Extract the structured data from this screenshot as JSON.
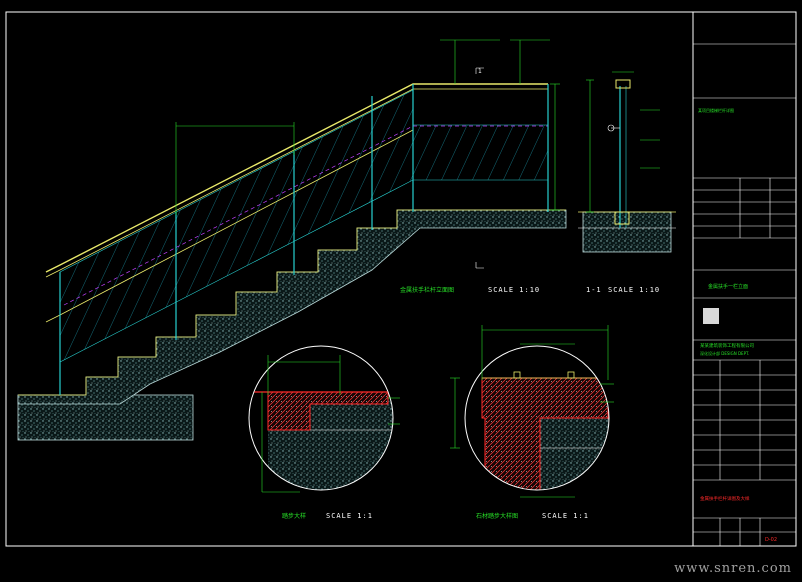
{
  "colors": {
    "background": "#000000",
    "handrail": "#e9e96a",
    "post": "#27d0d0",
    "glass_hatch": "#1fb0c8",
    "concrete": "#6fa6a6",
    "dim": "#27e027",
    "section_outline": "#ff2a2a",
    "frame": "#ffffff",
    "centerline": "#c040ff",
    "watermark": "#bdbdbd"
  },
  "views": {
    "elevation": {
      "title": "金属扶手栏杆立面图",
      "scale": "SCALE   1:10",
      "section_mark": "1"
    },
    "section_1_1": {
      "title": "1-1",
      "scale": "SCALE   1:10"
    },
    "detail_a": {
      "title": "踏步大样",
      "scale": "SCALE   1:1"
    },
    "detail_b": {
      "title": "石材踏步大样图",
      "scale": "SCALE   1:1"
    }
  },
  "title_block": {
    "project_name": "某项目楼梯栏杆详图",
    "drawing_title": "金属扶手一栏立面",
    "company_line1": "某某建筑装饰工程有限公司",
    "company_line2": "深化设计部 DESIGN DEPT.",
    "sheet_no": "D-02",
    "red_note": "金属扶手栏杆详图及大样"
  },
  "watermark": "www.snren.com"
}
